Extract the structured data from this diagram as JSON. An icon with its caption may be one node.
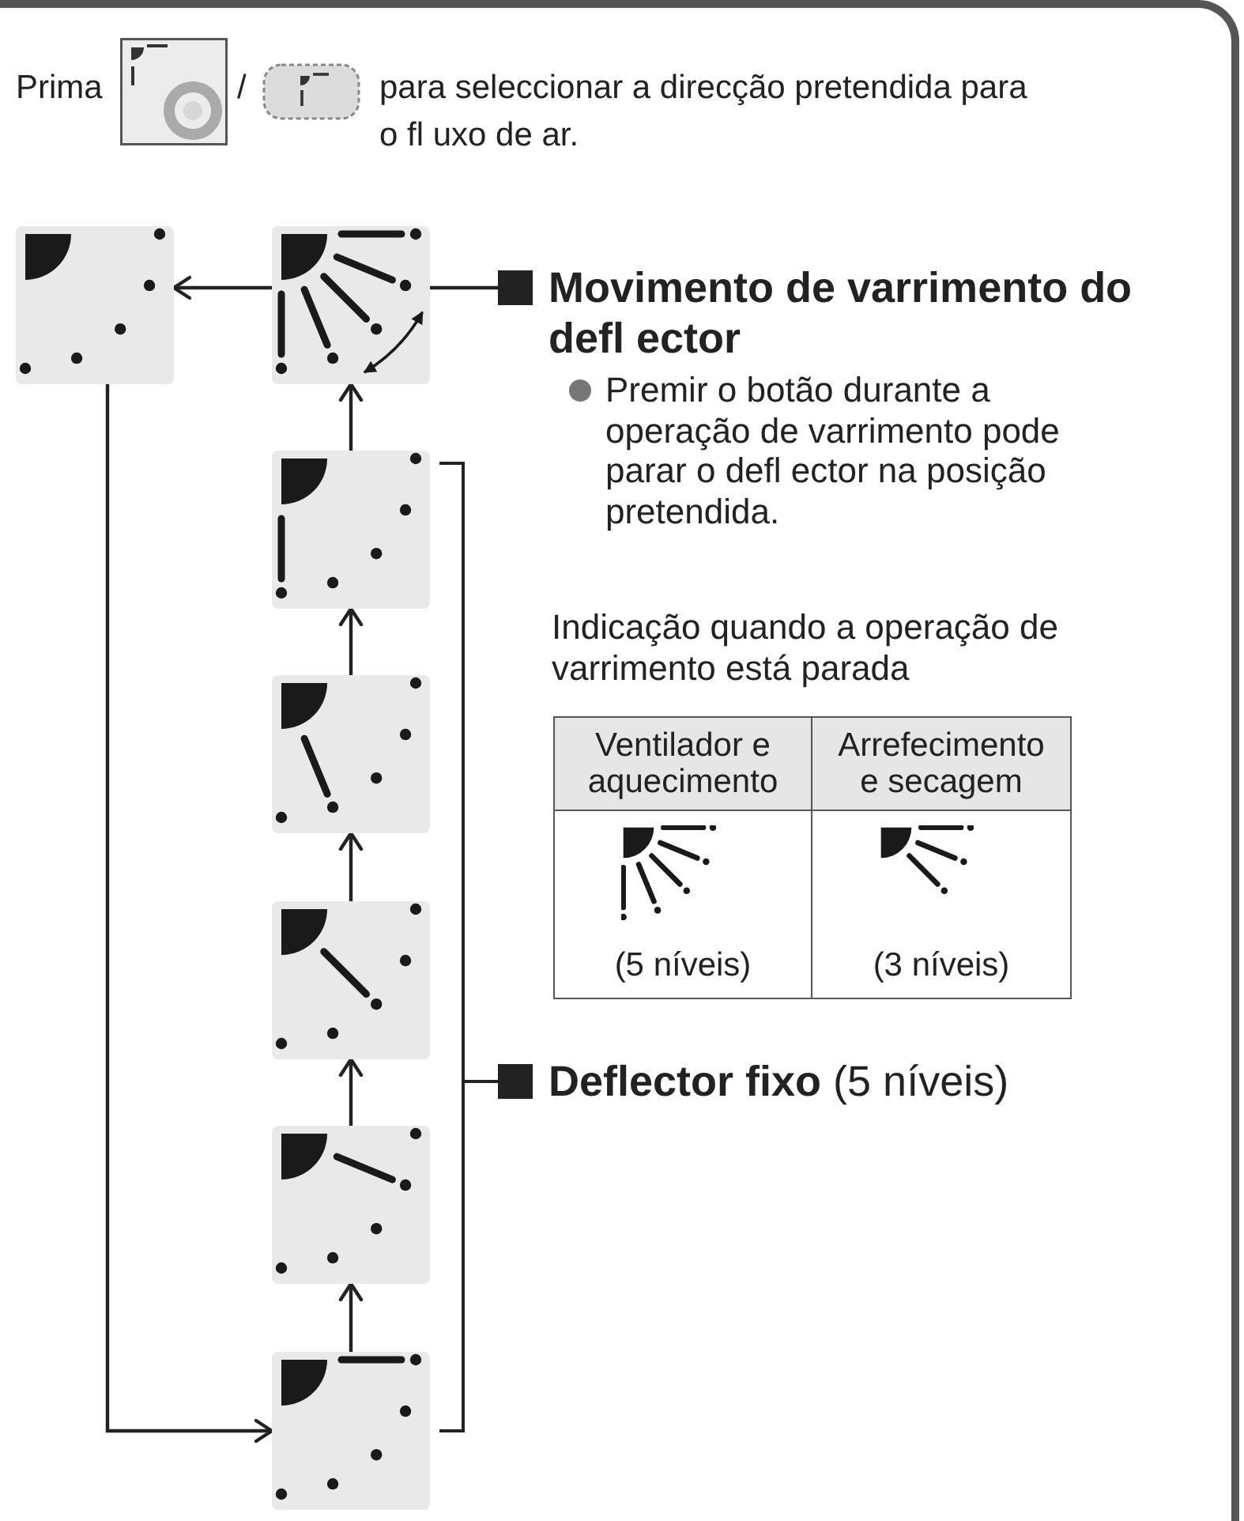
{
  "diagram": {
    "nodes": [
      {
        "text": [],
        "shape": "picture"
      },
      {
        "text": [],
        "shape": "picture"
      },
      {
        "text": [
          "Movimento de varrimento do defl ector"
        ]
      },
      {
        "text": [],
        "shape": "picture"
      },
      {
        "text": [],
        "shape": "picture"
      },
      {
        "text": [],
        "shape": "picture"
      },
      {
        "text": [],
        "shape": "picture"
      },
      {
        "text": [],
        "shape": "picture"
      }
    ],
    "edges": [
      {
        "from": 7,
        "to": 6,
        "arrow": "to"
      },
      {
        "from": 6,
        "to": 5,
        "arrow": "to"
      },
      {
        "from": 5,
        "to": 4,
        "arrow": "to"
      },
      {
        "from": 4,
        "to": 3,
        "arrow": "to"
      },
      {
        "from": 3,
        "to": 1,
        "arrow": "to"
      },
      {
        "from": 1,
        "to": 0,
        "arrow": "to"
      },
      {
        "from": 0,
        "to": 7,
        "arrow": "to"
      },
      {
        "from": 1,
        "to": 2,
        "arrow": "none"
      }
    ],
    "labels": [
      "Prima",
      "/",
      "para seleccionar a direcção pretendida para o fl uxo de ar.",
      "Premir o botão durante a operação de varrimento pode parar o defl ector na posição pretendida.",
      "Indicação quando a operação de varrimento está parada",
      "Ventilador e aquecimento",
      "Arrefecimento e secagem",
      "(5 níveis)",
      "(3 níveis)",
      "**Deflector fixo** (5 níveis)"
    ]
  }
}
